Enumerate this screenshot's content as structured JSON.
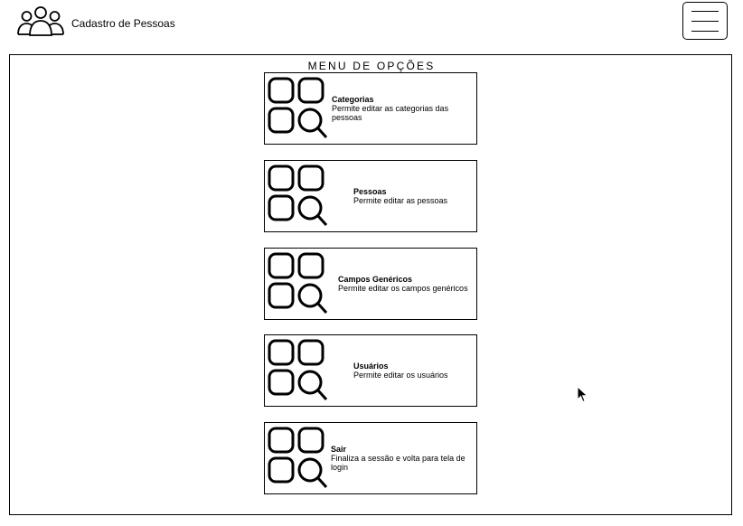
{
  "header": {
    "title": "Cadastro de Pessoas",
    "logo_icon": "users-group-icon",
    "menu_icon": "hamburger-menu-icon"
  },
  "menu": {
    "title": "MENU DE OPÇÕES",
    "items": [
      {
        "title": "Categorias",
        "description": "Permite editar as categorias das pessoas",
        "icon": "apps-search-icon"
      },
      {
        "title": "Pessoas",
        "description": "Permite editar as pessoas",
        "icon": "apps-search-icon"
      },
      {
        "title": "Campos Genéricos",
        "description": "Permite editar os campos genéricos",
        "icon": "apps-search-icon"
      },
      {
        "title": "Usuários",
        "description": "Permite editar os usuários",
        "icon": "apps-search-icon"
      },
      {
        "title": "Sair",
        "description": "Finaliza a sessão e volta para tela de login",
        "icon": "apps-search-icon"
      }
    ]
  }
}
